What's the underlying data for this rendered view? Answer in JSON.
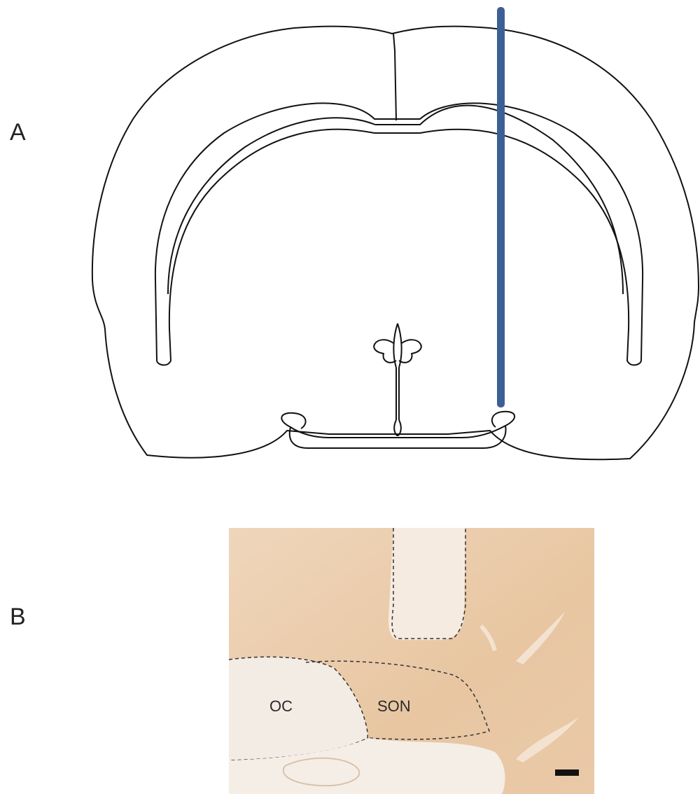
{
  "figure": {
    "panel_a": {
      "label": "A"
    },
    "panel_b": {
      "label": "B",
      "regions": {
        "oc": "OC",
        "son": "SON"
      }
    }
  },
  "colors": {
    "outline": "#111111",
    "probe": "#3d5f95",
    "tissue": "#e9c9a6",
    "tissue_pale": "#f4e6d6"
  }
}
